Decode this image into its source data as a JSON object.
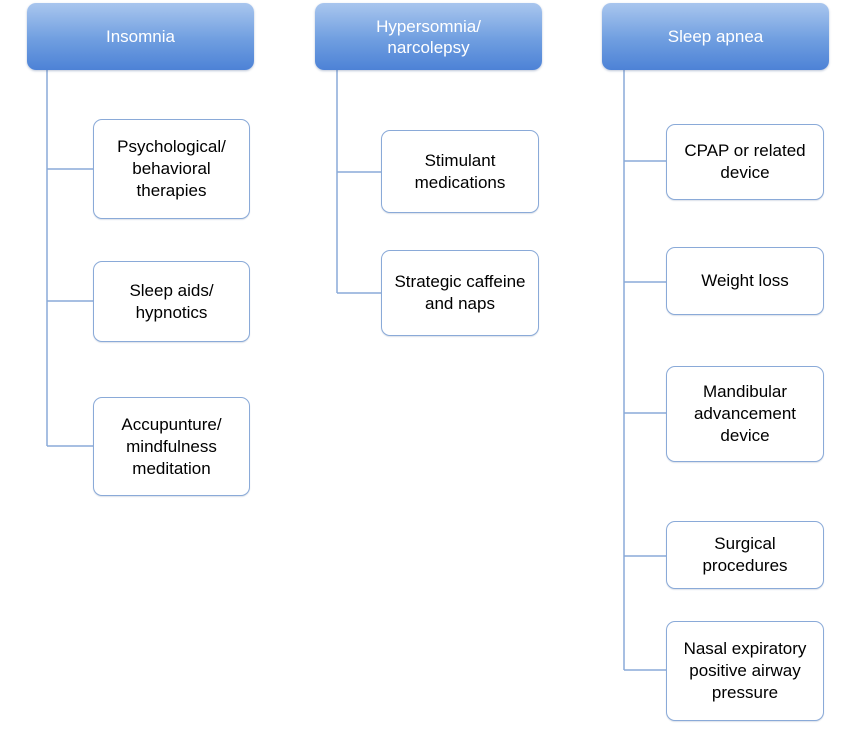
{
  "columns": [
    {
      "header": "Insomnia",
      "items": [
        "Psychological/\nbehavioral\ntherapies",
        "Sleep aids/\nhypnotics",
        "Accupunture/\nmindfulness\nmeditation"
      ]
    },
    {
      "header": "Hypersomnia/\nnarcolepsy",
      "items": [
        "Stimulant\nmedications",
        "Strategic caffeine\nand naps"
      ]
    },
    {
      "header": "Sleep apnea",
      "items": [
        "CPAP or related\ndevice",
        "Weight loss",
        "Mandibular\nadvancement\ndevice",
        "Surgical\nprocedures",
        "Nasal expiratory\npositive airway\npressure"
      ]
    }
  ],
  "colors": {
    "header_gradient_top": "#a9c6ee",
    "header_gradient_bottom": "#4d82d6",
    "connector": "#8aaad8",
    "box_border": "#8aaad8"
  }
}
